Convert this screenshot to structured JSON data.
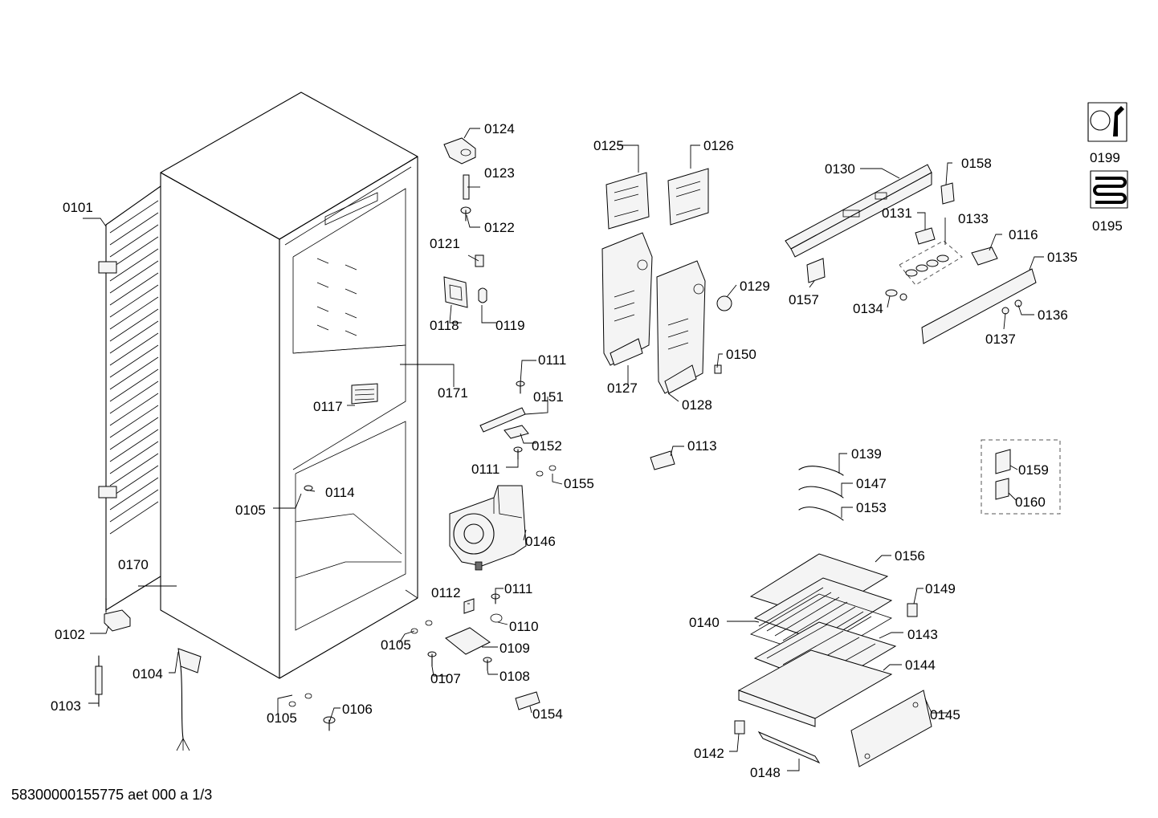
{
  "footer": "58300000155775 aet 000 a 1/3",
  "parts": {
    "p0101": "0101",
    "p0102": "0102",
    "p0103": "0103",
    "p0104": "0104",
    "p0105a": "0105",
    "p0105b": "0105",
    "p0105c": "0105",
    "p0106": "0106",
    "p0107": "0107",
    "p0108": "0108",
    "p0109": "0109",
    "p0110": "0110",
    "p0111a": "0111",
    "p0111b": "0111",
    "p0111c": "0111",
    "p0112": "0112",
    "p0113": "0113",
    "p0114": "0114",
    "p0116": "0116",
    "p0117": "0117",
    "p0118": "0118",
    "p0119": "0119",
    "p0121": "0121",
    "p0122": "0122",
    "p0123": "0123",
    "p0124": "0124",
    "p0125": "0125",
    "p0126": "0126",
    "p0127": "0127",
    "p0128": "0128",
    "p0129": "0129",
    "p0130": "0130",
    "p0131": "0131",
    "p0133": "0133",
    "p0134": "0134",
    "p0135": "0135",
    "p0136": "0136",
    "p0137": "0137",
    "p0139": "0139",
    "p0140": "0140",
    "p0142": "0142",
    "p0143": "0143",
    "p0144": "0144",
    "p0145": "0145",
    "p0146": "0146",
    "p0147": "0147",
    "p0148": "0148",
    "p0149": "0149",
    "p0150": "0150",
    "p0151": "0151",
    "p0152": "0152",
    "p0153": "0153",
    "p0154": "0154",
    "p0155": "0155",
    "p0156": "0156",
    "p0157": "0157",
    "p0158": "0158",
    "p0159": "0159",
    "p0160": "0160",
    "p0170": "0170",
    "p0171": "0171",
    "p0195": "0195",
    "p0199": "0199"
  },
  "icons": {
    "p0199": "tools-wrench-icon",
    "p0195": "heating-coil-icon"
  }
}
